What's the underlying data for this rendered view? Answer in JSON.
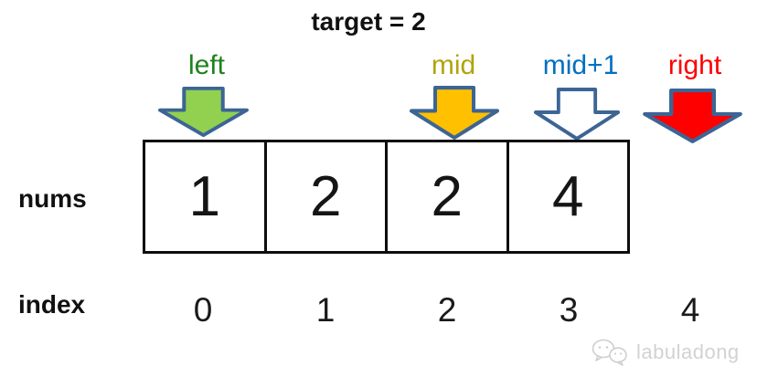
{
  "title": "target = 2",
  "pointers": [
    {
      "label": "left",
      "label_color": "#1e821e",
      "arrow_fill": "#92D050",
      "arrow_icon": "down-arrow-icon"
    },
    {
      "label": "mid",
      "label_color": "#afa40e",
      "arrow_fill": "#FFC000",
      "arrow_icon": "down-arrow-icon"
    },
    {
      "label": "mid+1",
      "label_color": "#0070C0",
      "arrow_fill": "#FFFFFF",
      "arrow_icon": "down-arrow-icon"
    },
    {
      "label": "right",
      "label_color": "#FF0000",
      "arrow_fill": "#FF0000",
      "arrow_icon": "down-arrow-icon"
    }
  ],
  "arrow_outline_color": "#3c6595",
  "array_row": {
    "label": "nums",
    "cells": [
      "1",
      "2",
      "2",
      "4"
    ]
  },
  "index_row": {
    "label": "index",
    "indices": [
      "0",
      "1",
      "2",
      "3",
      "4"
    ]
  },
  "watermark": {
    "text": "labuladong",
    "icon": "wechat-chat-bubbles-icon"
  }
}
